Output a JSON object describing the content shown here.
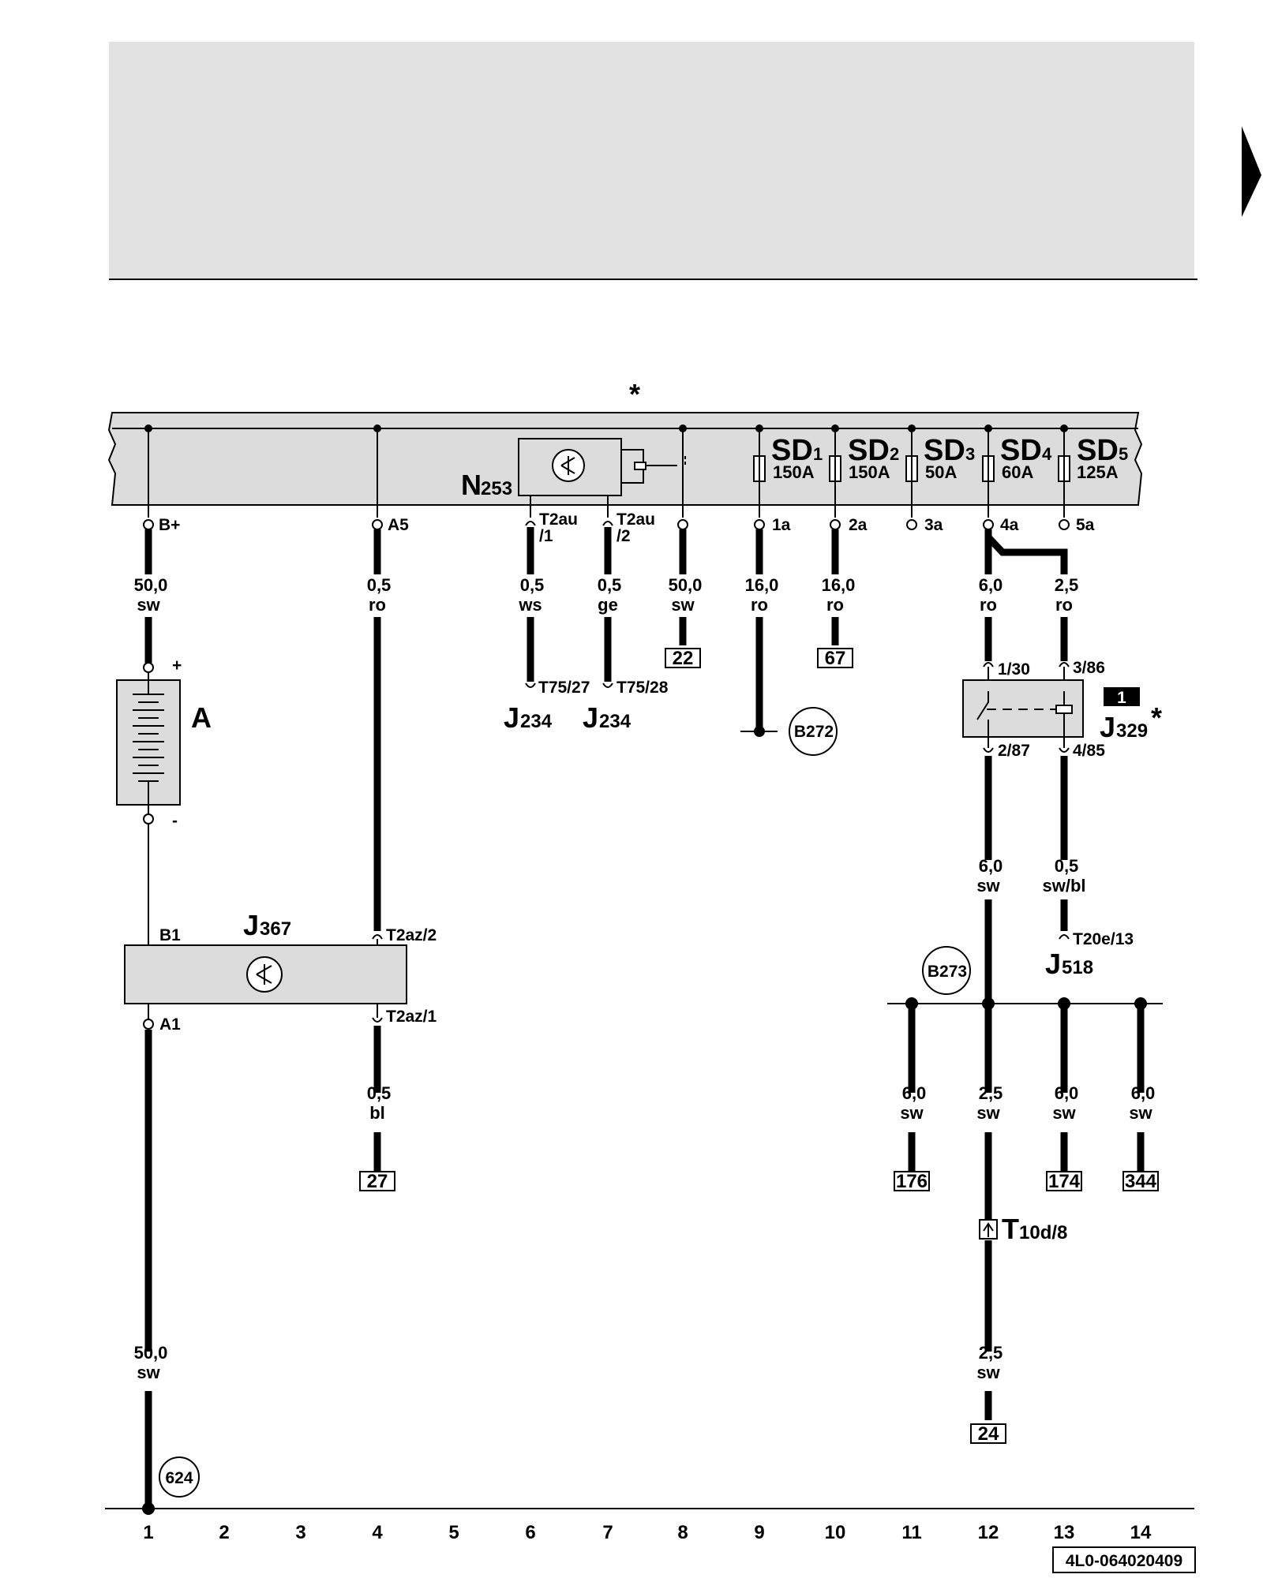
{
  "header": {
    "nav_arrow": "next-page-arrow-icon"
  },
  "relay_box": {
    "star": "*",
    "N253": {
      "letter": "N",
      "sub": "253"
    },
    "fuses": [
      {
        "name": "SD",
        "index": "1",
        "rating": "150A",
        "terminal": "1a"
      },
      {
        "name": "SD",
        "index": "2",
        "rating": "150A",
        "terminal": "2a"
      },
      {
        "name": "SD",
        "index": "3",
        "rating": "50A",
        "terminal": "3a"
      },
      {
        "name": "SD",
        "index": "4",
        "rating": "60A",
        "terminal": "4a"
      },
      {
        "name": "SD",
        "index": "5",
        "rating": "125A",
        "terminal": "5a"
      }
    ],
    "terminals": {
      "bplus": "B+",
      "a5": "A5",
      "t2au1a": "T2au",
      "t2au1b": "/1",
      "t2au2a": "T2au",
      "t2au2b": "/2"
    }
  },
  "wires": {
    "w1_top": {
      "size": "50,0",
      "color": "sw"
    },
    "w4_top": {
      "size": "0,5",
      "color": "ro"
    },
    "w6": {
      "size": "0,5",
      "color": "ws"
    },
    "w7": {
      "size": "0,5",
      "color": "ge"
    },
    "w8": {
      "size": "50,0",
      "color": "sw"
    },
    "w9": {
      "size": "16,0",
      "color": "ro"
    },
    "w10": {
      "size": "16,0",
      "color": "ro"
    },
    "w12_top": {
      "size": "6,0",
      "color": "ro"
    },
    "w13_top": {
      "size": "2,5",
      "color": "ro"
    },
    "w12_mid": {
      "size": "6,0",
      "color": "sw"
    },
    "w13_mid": {
      "size": "0,5",
      "color": "sw/bl"
    },
    "w4_bot": {
      "size": "0,5",
      "color": "bl"
    },
    "w11_bot": {
      "size": "6,0",
      "color": "sw"
    },
    "w12_bot": {
      "size": "2,5",
      "color": "sw"
    },
    "w13_bot": {
      "size": "6,0",
      "color": "sw"
    },
    "w14_bot": {
      "size": "6,0",
      "color": "sw"
    },
    "w12_low": {
      "size": "2,5",
      "color": "sw"
    },
    "w1_bot": {
      "size": "50,0",
      "color": "sw"
    }
  },
  "references": {
    "r22": "22",
    "r67": "67",
    "r27": "27",
    "r176": "176",
    "r174": "174",
    "r344": "344",
    "r24": "24"
  },
  "connectors": {
    "t75_27": "T75/27",
    "t75_28": "T75/28",
    "t2az2": "T2az/2",
    "t2az1": "T2az/1",
    "t20e13": "T20e/13",
    "t10d_letter": "T",
    "t10d_sub": "10d/8",
    "b1": "B1",
    "a1": "A1",
    "r130": "1/30",
    "r386": "3/86",
    "r287": "2/87",
    "r485": "4/85"
  },
  "components": {
    "battery": {
      "label": "A",
      "plus": "+",
      "minus": "-"
    },
    "j234_a": {
      "letter": "J",
      "sub": "234"
    },
    "j234_b": {
      "letter": "J",
      "sub": "234"
    },
    "j367": {
      "letter": "J",
      "sub": "367"
    },
    "j329": {
      "letter": "J",
      "sub": "329",
      "badge": "1",
      "star": "*"
    },
    "j518": {
      "letter": "J",
      "sub": "518"
    }
  },
  "grounds": {
    "b272": "B272",
    "b273": "B273",
    "g624": "624"
  },
  "track_numbers": [
    "1",
    "2",
    "3",
    "4",
    "5",
    "6",
    "7",
    "8",
    "9",
    "10",
    "11",
    "12",
    "13",
    "14"
  ],
  "doc_code": "4L0-064020409"
}
